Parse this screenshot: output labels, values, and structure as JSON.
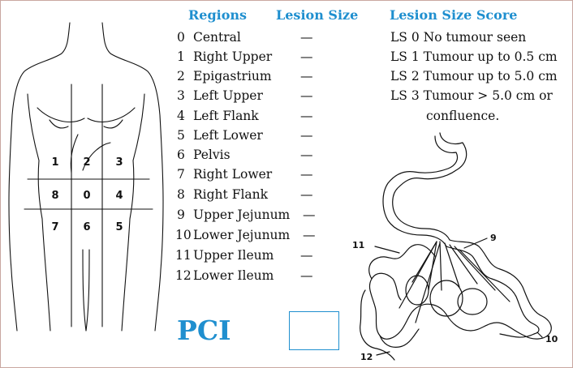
{
  "headers": {
    "regions": "Regions",
    "lesion_size": "Lesion Size",
    "lesion_size_score": "Lesion Size Score"
  },
  "regions": [
    {
      "num": "0",
      "name": "Central",
      "value": "—"
    },
    {
      "num": "1",
      "name": "Right Upper",
      "value": "—"
    },
    {
      "num": "2",
      "name": "Epigastrium",
      "value": "—"
    },
    {
      "num": "3",
      "name": "Left Upper",
      "value": "—"
    },
    {
      "num": "4",
      "name": "Left Flank",
      "value": "—"
    },
    {
      "num": "5",
      "name": "Left Lower",
      "value": "—"
    },
    {
      "num": "6",
      "name": "Pelvis",
      "value": "—"
    },
    {
      "num": "7",
      "name": "Right Lower",
      "value": "—"
    },
    {
      "num": "8",
      "name": "Right Flank",
      "value": "—"
    },
    {
      "num": "9",
      "name": "Upper Jejunum",
      "value": "—"
    },
    {
      "num": "10",
      "name": "Lower Jejunum",
      "value": "—"
    },
    {
      "num": "11",
      "name": "Upper Ileum",
      "value": "—"
    },
    {
      "num": "12",
      "name": "Lower Ileum",
      "value": "—"
    }
  ],
  "scores": [
    "LS 0  No tumour seen",
    "LS 1  Tumour up to 0.5 cm",
    "LS 2  Tumour up to 5.0 cm",
    "LS 3  Tumour > 5.0 cm or",
    "confluence."
  ],
  "torso_grid_labels": [
    "1",
    "2",
    "3",
    "8",
    "0",
    "4",
    "7",
    "6",
    "5"
  ],
  "bowel_labels": [
    "11",
    "9",
    "10",
    "12"
  ],
  "pci": {
    "label": "PCI",
    "value": ""
  },
  "colors": {
    "accent": "#1f8fcf",
    "border": "#c9a7a0",
    "ink": "#111111"
  }
}
